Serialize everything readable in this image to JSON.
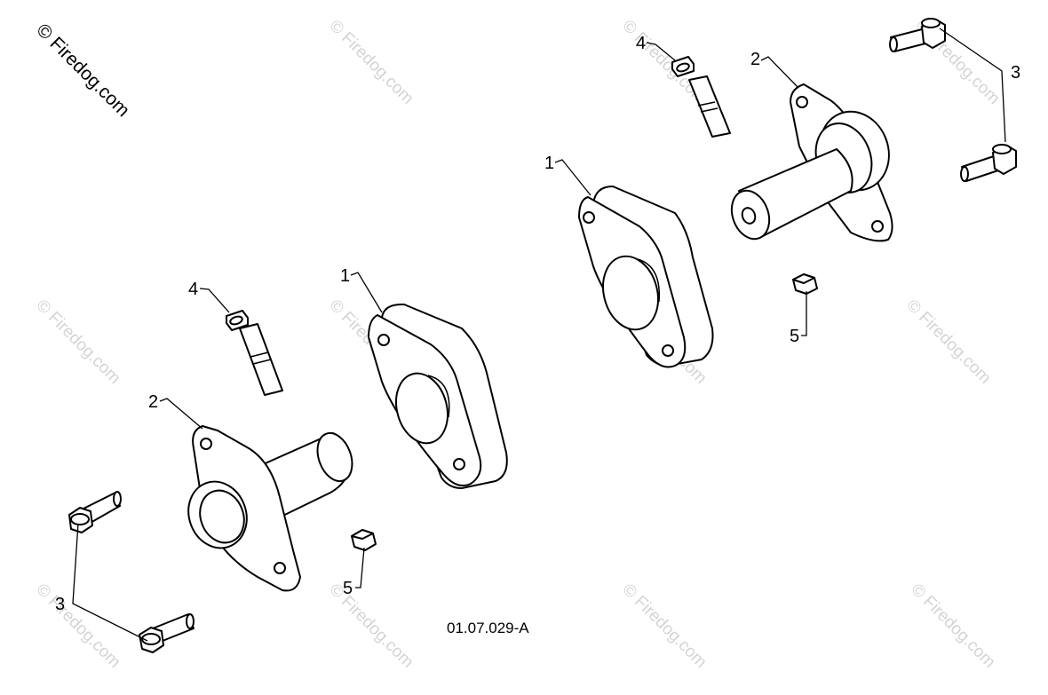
{
  "diagram": {
    "drawing_code": "01.07.029-A",
    "copyright": "© Firedog.com",
    "watermark_text": "© Firedog.com",
    "callouts": {
      "gasket_left": "1",
      "gasket_right": "1",
      "housing_left": "2",
      "housing_right": "2",
      "bolt_pair_left": "3",
      "bolt_pair_right": "3",
      "long_bolt_left": "4",
      "long_bolt_right": "4",
      "nut_left": "5",
      "nut_right": "5"
    }
  }
}
